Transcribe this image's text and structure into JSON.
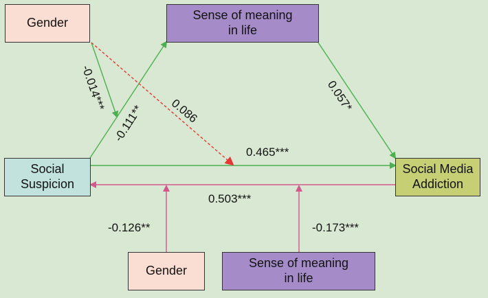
{
  "nodes": {
    "gender_top": "Gender",
    "meaning_top": "Sense of meaning\nin life",
    "social_suspicion": "Social\nSuspicion",
    "social_media_addiction": "Social Media\nAddiction",
    "gender_bottom": "Gender",
    "meaning_bottom": "Sense of meaning\nin life"
  },
  "paths": {
    "gender_to_meaning": "-0.014***",
    "suspicion_to_meaning": "-0.111**",
    "gender_to_direct_path": "0.086",
    "meaning_to_addiction": "0.057*",
    "suspicion_to_addiction": "0.465***",
    "addiction_to_suspicion": "0.503***",
    "gender_to_reverse_path": "-0.126**",
    "meaning_to_reverse_path": "-0.173***"
  },
  "colors": {
    "background": "#d9e8d2",
    "gender_fill": "#fbded3",
    "meaning_fill": "#a58cc8",
    "suspicion_fill": "#c2e2dd",
    "addiction_fill": "#c6cf73",
    "green_arrow": "#4caf50",
    "red_dashed_arrow": "#e53935",
    "pink_arrow": "#d2578c"
  }
}
